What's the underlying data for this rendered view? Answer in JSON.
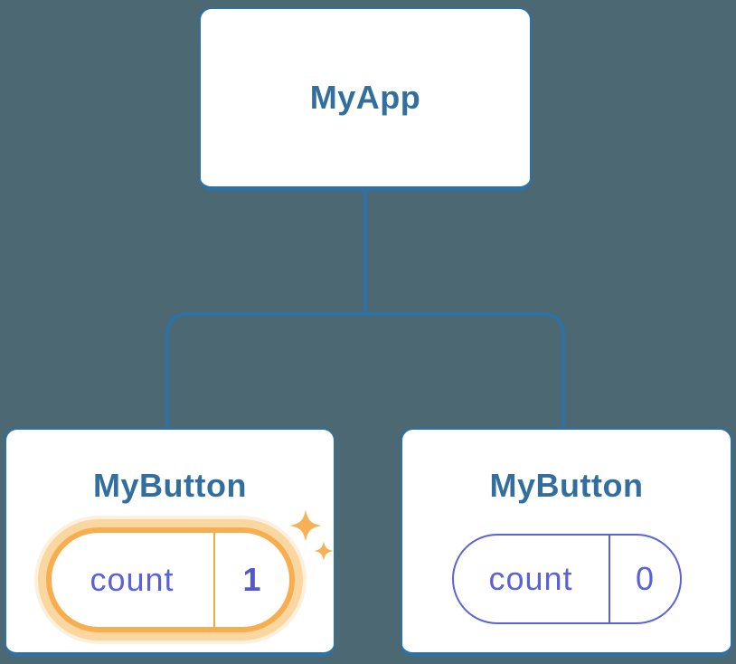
{
  "diagram": {
    "type": "component-tree",
    "nodes": {
      "root": {
        "label": "MyApp"
      },
      "left": {
        "label": "MyButton",
        "state_key": "count",
        "state_value": "1",
        "highlighted": true
      },
      "right": {
        "label": "MyButton",
        "state_key": "count",
        "state_value": "0",
        "highlighted": false
      }
    },
    "edges": [
      [
        "MyApp",
        "MyButton-left"
      ],
      [
        "MyApp",
        "MyButton-right"
      ]
    ],
    "icons": {
      "highlight_large": "sparkle-icon",
      "highlight_small": "sparkle-icon"
    },
    "colors": {
      "background": "#4B6873",
      "card_background": "#FFFFFF",
      "card_border": "#2E71A5",
      "connector_line": "#2E71A5",
      "node_title_text": "#336F9E",
      "state_text": "#5B62D8",
      "state_pill_border": "#5B62D8",
      "highlight_pill_border": "#F6AE4F",
      "highlight_pill_halo": "#FAD7A1",
      "highlight_divider": "#F2A94C",
      "sparkle": "#F6B155"
    }
  }
}
